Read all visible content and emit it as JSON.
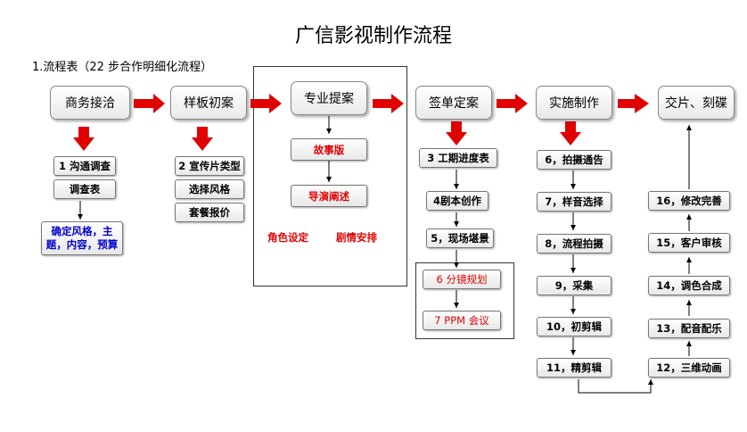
{
  "title": "广信影视制作流程",
  "subtitle": "1.流程表（22 步合作明细化流程）",
  "stages": [
    {
      "id": "s1",
      "label": "商务接洽"
    },
    {
      "id": "s2",
      "label": "样板初案"
    },
    {
      "id": "s3",
      "label": "专业提案"
    },
    {
      "id": "s4",
      "label": "签单定案"
    },
    {
      "id": "s5",
      "label": "实施制作"
    },
    {
      "id": "s6",
      "label": "交片、刻碟"
    }
  ],
  "col1": {
    "step1": "1 沟通调查",
    "survey": "调查表",
    "confirm": "确定风格，主题，内容，预算"
  },
  "col2": {
    "step2": "2 宣传片类型",
    "style": "选择风格",
    "package": "套餐报价"
  },
  "col3": {
    "story": "故事版",
    "director": "导演阐述",
    "role": "角色设定",
    "plot": "剧情安排"
  },
  "col4": {
    "step3": "3 工期进度表",
    "step4": "4剧本创作",
    "step5": "5，现场堪景",
    "step6": "6 分镜规划",
    "step7": "7 PPM 会议"
  },
  "col5": {
    "step6": "6，拍摄通告",
    "step7": "7，样音选择",
    "step8": "8，流程拍摄",
    "step9": "9，采集",
    "step10": "10，初剪辑",
    "step11": "11，精剪辑"
  },
  "col6": {
    "step12": "12，三维动画",
    "step13": "13，配音配乐",
    "step14": "14，调色合成",
    "step15": "15，客户审核",
    "step16": "16，修改完善"
  },
  "colors": {
    "accent_red": "#e00000",
    "blue_text": "#0000cc"
  }
}
